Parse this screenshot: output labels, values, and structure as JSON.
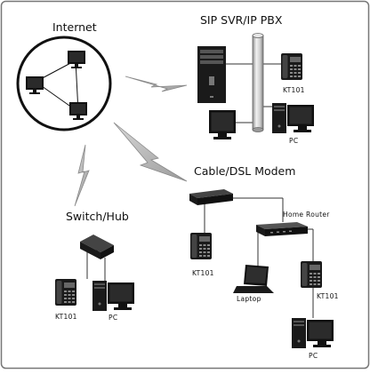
{
  "labels": {
    "internet": "Internet",
    "sip_server": "SIP SVR/IP PBX",
    "cable_modem": "Cable/DSL Modem",
    "switch_hub": "Switch/Hub",
    "home_router": "Home Router",
    "laptop": "Laptop",
    "kt101_server": "KT101",
    "pc_server": "PC",
    "kt101_modem": "KT101",
    "kt101_switch": "KT101",
    "pc_switch": "PC",
    "kt101_router": "KT101",
    "pc_router": "PC"
  }
}
